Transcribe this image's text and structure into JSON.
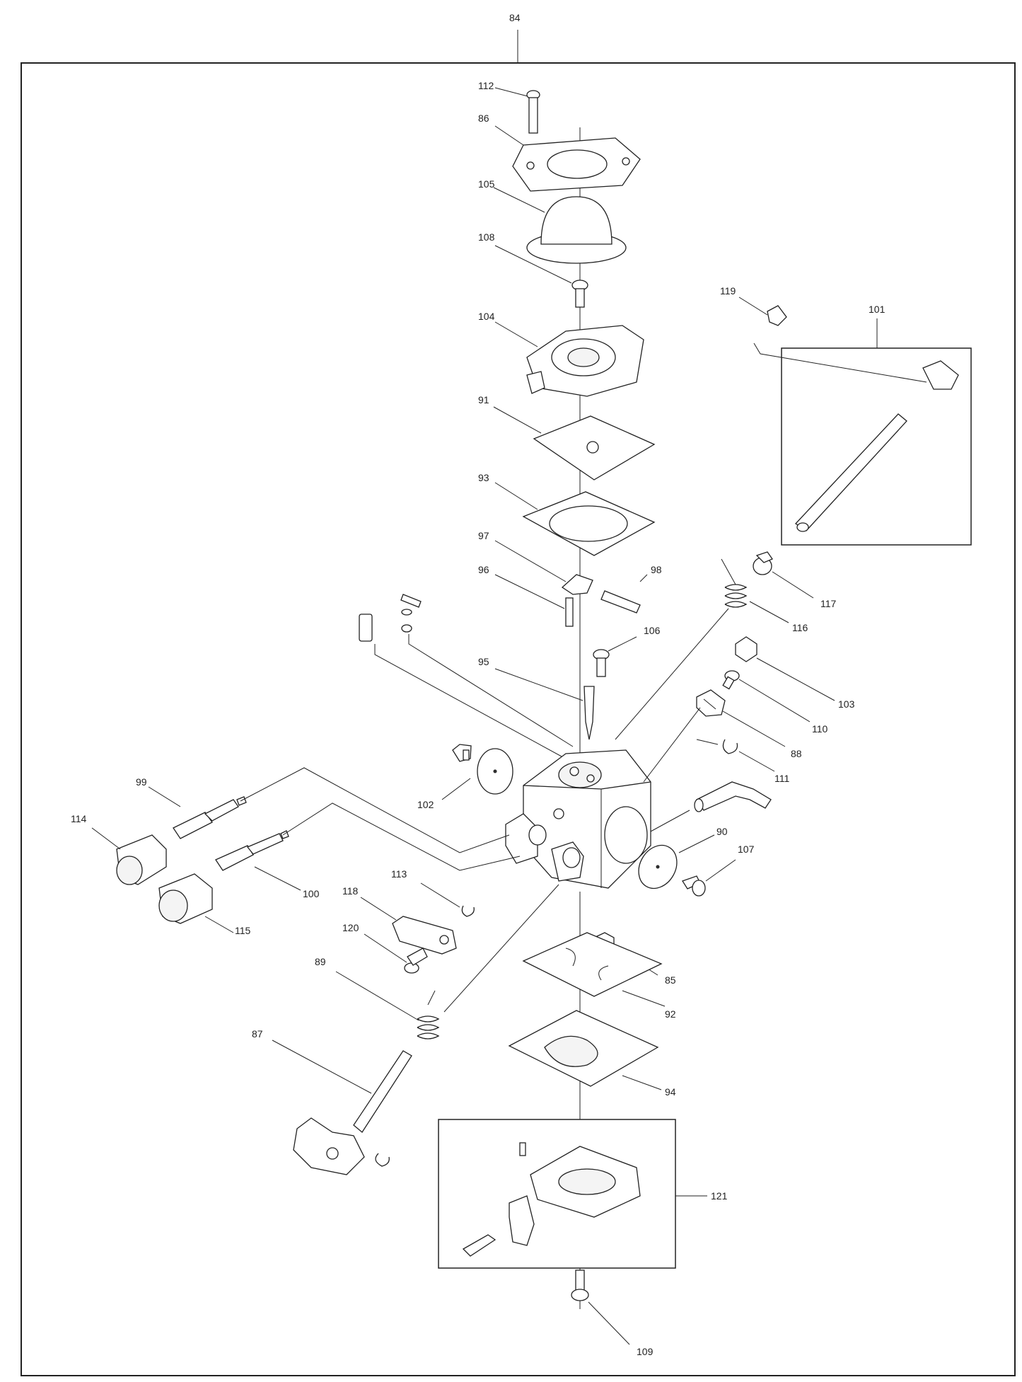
{
  "assembly_label": "84",
  "callouts": {
    "p85": "85",
    "p86": "86",
    "p87": "87",
    "p88": "88",
    "p89": "89",
    "p90": "90",
    "p91": "91",
    "p92": "92",
    "p93": "93",
    "p94": "94",
    "p95": "95",
    "p96": "96",
    "p97": "97",
    "p98": "98",
    "p99": "99",
    "p100": "100",
    "p101": "101",
    "p102": "102",
    "p103": "103",
    "p104": "104",
    "p105": "105",
    "p106": "106",
    "p107": "107",
    "p108": "108",
    "p109": "109",
    "p110": "110",
    "p111": "111",
    "p112": "112",
    "p113": "113",
    "p114": "114",
    "p115": "115",
    "p116": "116",
    "p117": "117",
    "p118": "118",
    "p119": "119",
    "p120": "120",
    "p121": "121"
  }
}
